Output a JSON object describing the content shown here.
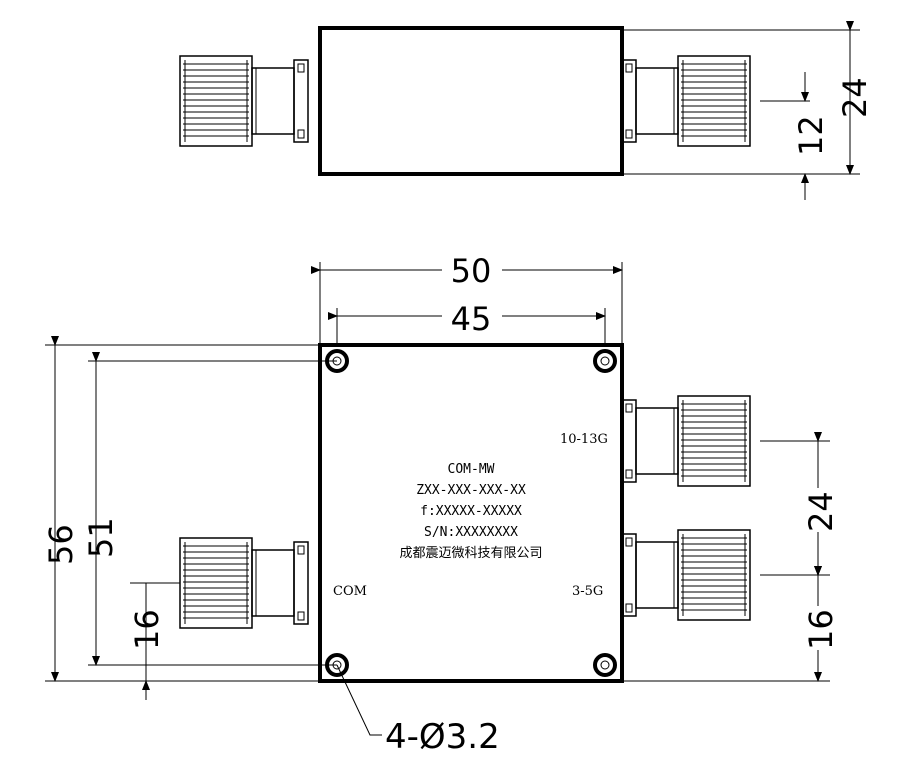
{
  "dimensions": {
    "top_height": "24",
    "top_connector_offset": "12",
    "width_outer": "50",
    "width_holes": "45",
    "height_outer": "56",
    "height_holes": "51",
    "left_connector_offset": "16",
    "right_port_spacing": "24",
    "right_connector_offset": "16",
    "hole_callout": "4-Ø3.2"
  },
  "port_labels": {
    "port_high": "10-13G",
    "port_low": "3-5G",
    "port_common": "COM"
  },
  "nameplate": {
    "brand": "COM-MW",
    "model": "ZXX-XXX-XXX-XX",
    "frequency": "f:XXXXX-XXXXX",
    "serial": "S/N:XXXXXXXX",
    "company": "成都震迈微科技有限公司"
  },
  "colors": {
    "line": "#000000",
    "background": "#ffffff"
  }
}
